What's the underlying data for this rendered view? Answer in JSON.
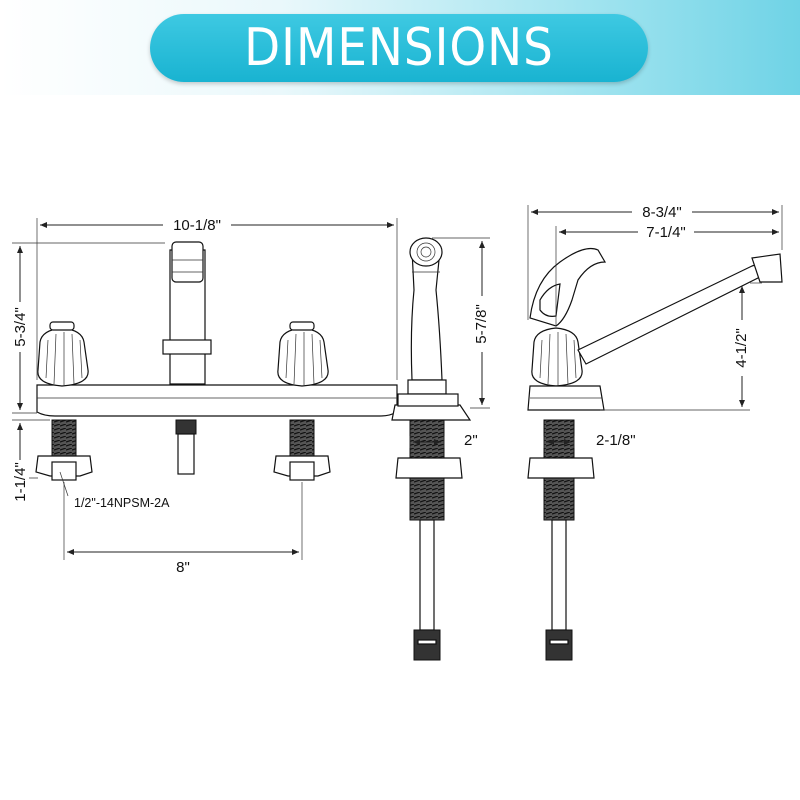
{
  "header": {
    "title": "DIMENSIONS"
  },
  "front_view": {
    "width": "10-1/8\"",
    "height": "5-3/4\"",
    "shank_length": "1-1/4\"",
    "thread_spec": "1/2\"-14NPSM-2A",
    "center_spread": "8\""
  },
  "side_view": {
    "spout_height": "5-7/8\"",
    "base_depth": "2\""
  },
  "profile_view": {
    "overall_reach": "8-3/4\"",
    "spout_reach": "7-1/4\"",
    "spout_clearance": "4-1/2\"",
    "base_depth": "2-1/8\""
  }
}
